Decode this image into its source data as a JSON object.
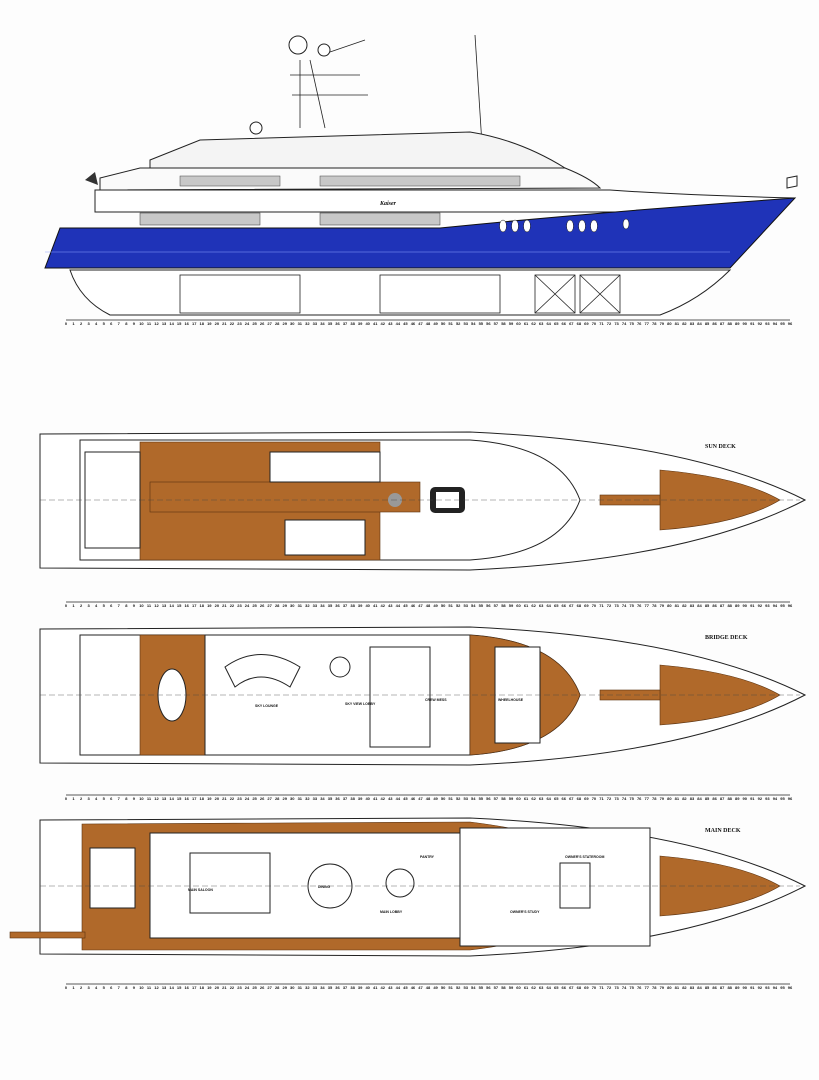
{
  "title": "Yacht General Arrangement",
  "profile": {
    "yacht_name": "Kaiser",
    "hull_color": "#1f33b8"
  },
  "colors": {
    "teak": "#b0692a",
    "line": "#222222",
    "background": "#fdfdfd"
  },
  "ruler": {
    "start": 0,
    "end": 96
  },
  "decks": [
    {
      "label": "SUN DECK",
      "rooms": []
    },
    {
      "label": "BRIDGE DECK",
      "rooms": [
        "SKY LOUNGE",
        "SKY VIEW LOBBY",
        "CREW MESS",
        "WHEELHOUSE"
      ]
    },
    {
      "label": "MAIN DECK",
      "rooms": [
        "MAIN SALOON",
        "DINING",
        "OWNER'S STUDY",
        "OWNER'S STATEROOM",
        "PANTRY",
        "MAIN LOBBY"
      ]
    }
  ]
}
